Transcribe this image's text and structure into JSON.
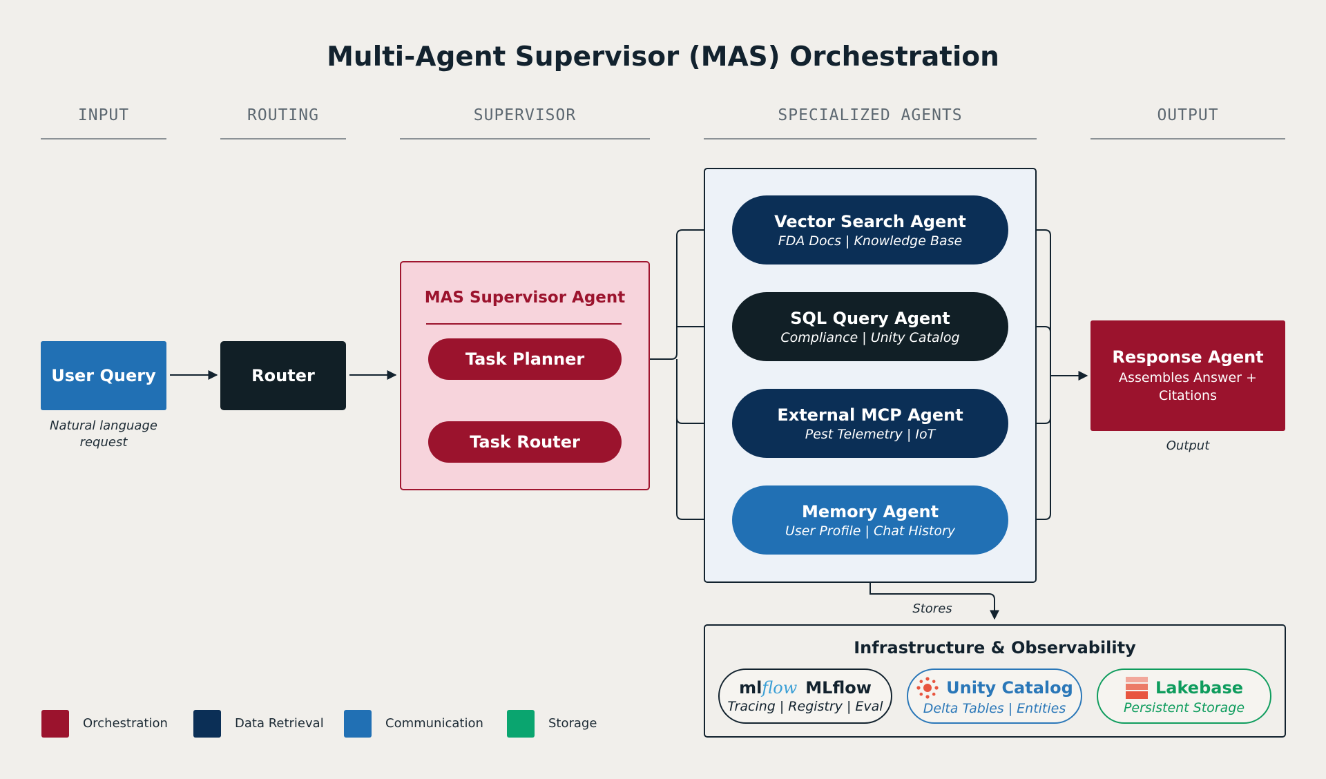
{
  "title": "Multi-Agent Supervisor (MAS) Orchestration",
  "columns": [
    "INPUT",
    "ROUTING",
    "SUPERVISOR",
    "SPECIALIZED AGENTS",
    "OUTPUT"
  ],
  "input": {
    "label": "User Query",
    "caption": "Natural language request"
  },
  "router": {
    "label": "Router"
  },
  "supervisor": {
    "title": "MAS Supervisor Agent",
    "task_planner": "Task Planner",
    "task_router": "Task Router"
  },
  "agents": [
    {
      "name": "Vector Search Agent",
      "sub": "FDA Docs | Knowledge Base",
      "color": "#0b2f56"
    },
    {
      "name": "SQL Query Agent",
      "sub": "Compliance | Unity Catalog",
      "color": "#111f26"
    },
    {
      "name": "External MCP Agent",
      "sub": "Pest Telemetry | IoT",
      "color": "#0b2f56"
    },
    {
      "name": "Memory Agent",
      "sub": "User Profile | Chat History",
      "color": "#2170b4"
    }
  ],
  "output": {
    "title": "Response Agent",
    "sub": "Assembles Answer + Citations",
    "caption": "Output"
  },
  "stores_label": "Stores",
  "infra": {
    "title": "Infrastructure & Observability",
    "mlflow": {
      "logo_ml": "ml",
      "logo_flow": "flow",
      "name": "MLflow",
      "sub": "Tracing | Registry | Eval"
    },
    "unity": {
      "name": "Unity Catalog",
      "sub": "Delta Tables | Entities"
    },
    "lakebase": {
      "name": "Lakebase",
      "sub": "Persistent Storage"
    }
  },
  "legend": [
    {
      "label": "Orchestration",
      "color": "#9b132d"
    },
    {
      "label": "Data Retrieval",
      "color": "#0b2f56"
    },
    {
      "label": "Communication",
      "color": "#2170b4"
    },
    {
      "label": "Storage",
      "color": "#0aa56f"
    }
  ],
  "colors": {
    "orchestration": "#9b132d",
    "dark": "#111f26",
    "navy": "#0b2f56",
    "blue": "#2170b4",
    "green": "#0aa56f",
    "unity_blue": "#2a77b8",
    "lakebase_green": "#0e9c5d"
  },
  "icons": [
    "mlflow-logo-icon",
    "unity-catalog-icon",
    "lakebase-icon",
    "arrow-icon"
  ]
}
